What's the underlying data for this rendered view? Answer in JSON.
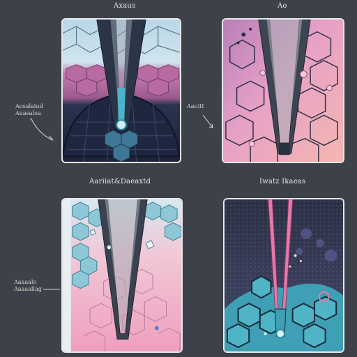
{
  "captions": {
    "top_left": "Axaus",
    "top_right": "Ao",
    "bottom_left": "Aariiat&Daeaxtd",
    "bottom_right": "Iwatz Ikaeas"
  },
  "side_labels": {
    "top_left": [
      "Aosalaiud",
      "Auasaloa"
    ],
    "top_right": [
      "Aauitt"
    ],
    "bottom_left": [
      "Aaaaalo",
      "Aaaaallag"
    ]
  },
  "colors": {
    "background": "#3d4149",
    "frame": "#e8e8ea",
    "pink": "#e9a6c4",
    "teal": "#5aaac0",
    "navy": "#222a3c"
  }
}
